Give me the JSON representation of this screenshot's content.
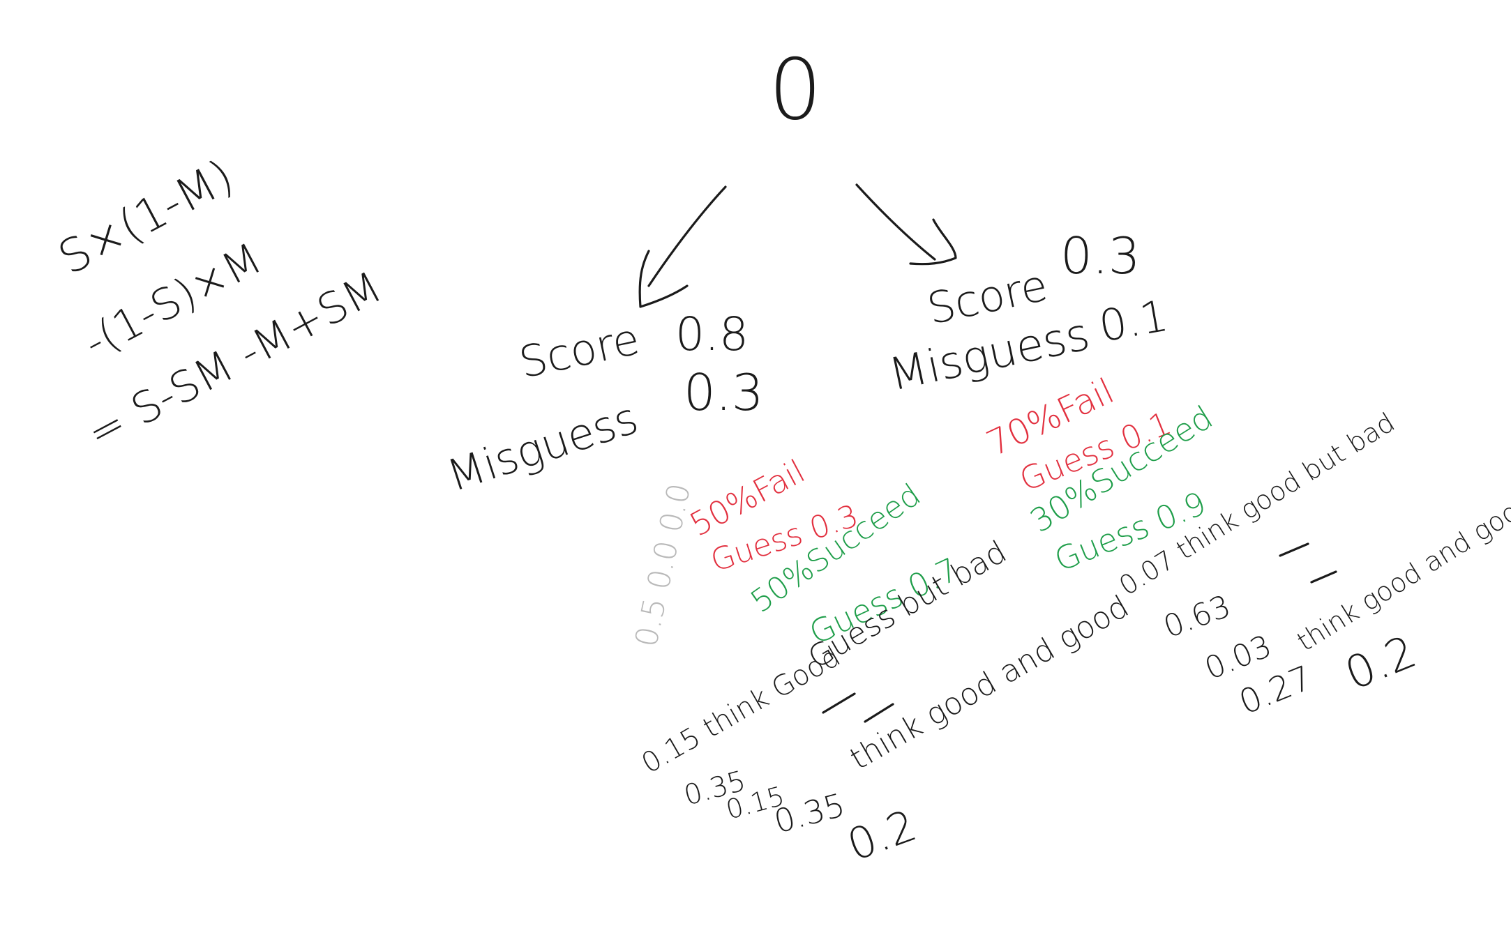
{
  "root": {
    "value": "0"
  },
  "formula": {
    "line1": "S×(1-M)",
    "line2": "-(1-S)×M",
    "line3": "= S-SM -M+SM"
  },
  "left_branch": {
    "score_label": "Score",
    "score_value": "0.8",
    "misguess_label": "Misguess",
    "misguess_value": "0.3",
    "fail_pct": "50%Fail",
    "fail_guess": "Guess 0.3",
    "succeed_pct": "50%Succeed",
    "succeed_guess": "Guess 0.7",
    "faded_values": "0.5 0.0 0.0",
    "guess_bad": "Guess but bad",
    "think_good_bad": "0.15 think Good",
    "think_good_good": "think good and good",
    "value_a": "0.35",
    "value_b": "0.15",
    "value_c": "0.35",
    "result": "0.2"
  },
  "right_branch": {
    "score_label": "Score",
    "score_value": "0.3",
    "misguess_label": "Misguess",
    "misguess_value": "0.1",
    "fail_pct": "70%Fail",
    "fail_guess": "Guess 0.1",
    "succeed_pct": "30%Succeed",
    "succeed_guess": "Guess 0.9",
    "think_good_bad": "0.07 think good but bad",
    "value_a": "0.63",
    "think_good_good": "think good and good",
    "value_b": "0.03",
    "value_c": "0.27",
    "result": "0.2"
  }
}
